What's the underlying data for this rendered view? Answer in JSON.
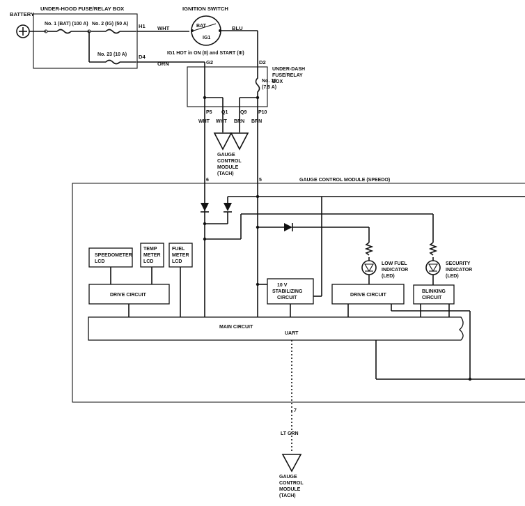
{
  "battery": "BATTERY",
  "under_hood_box": "UNDER-HOOD FUSE/RELAY BOX",
  "fuse_no1": "No. 1 (BAT) (100 A)",
  "fuse_no2": "No. 2 (IG) (50 A)",
  "fuse_no23": "No. 23 (10 A)",
  "ignition_switch": "IGNITION SWITCH",
  "bat": "BAT",
  "ig1": "IG1",
  "ig1_hot_note": "IG1 HOT in ON (II) and START (III)",
  "under_dash_box": [
    "UNDER-DASH",
    "FUSE/RELAY",
    "BOX"
  ],
  "fuse_no10": [
    "No. 10",
    "(7.5 A)"
  ],
  "connectors": {
    "h1": "H1",
    "d4": "D4",
    "g2": "G2",
    "d2": "D2",
    "p5": "P5",
    "q1": "Q1",
    "q9": "Q9",
    "p10": "P10"
  },
  "wire_colors": {
    "wht": "WHT",
    "blu": "BLU",
    "orn": "ORN",
    "brn": "BRN",
    "lt_grn": "LT GRN"
  },
  "gcm_tach": [
    "GAUGE",
    "CONTROL",
    "MODULE",
    "(TACH)"
  ],
  "gcm_speedo": "GAUGE CONTROL MODULE (SPEEDO)",
  "pins": {
    "p6": "6",
    "p5": "5",
    "p7": "7"
  },
  "speedometer_lcd": [
    "SPEEDOMETER",
    "LCD"
  ],
  "temp_meter_lcd": [
    "TEMP",
    "METER",
    "LCD"
  ],
  "fuel_meter_lcd": [
    "FUEL",
    "METER",
    "LCD"
  ],
  "drive_circuit": "DRIVE CIRCUIT",
  "stabilizing_circuit": [
    "10 V",
    "STABILIZING",
    "CIRCUIT"
  ],
  "low_fuel_indicator": [
    "LOW FUEL",
    "INDICATOR",
    "(LED)"
  ],
  "security_indicator": [
    "SECURITY",
    "INDICATOR",
    "(LED)"
  ],
  "blinking_circuit": [
    "BLINKING",
    "CIRCUIT"
  ],
  "main_circuit": "MAIN CIRCUIT",
  "uart": "UART"
}
